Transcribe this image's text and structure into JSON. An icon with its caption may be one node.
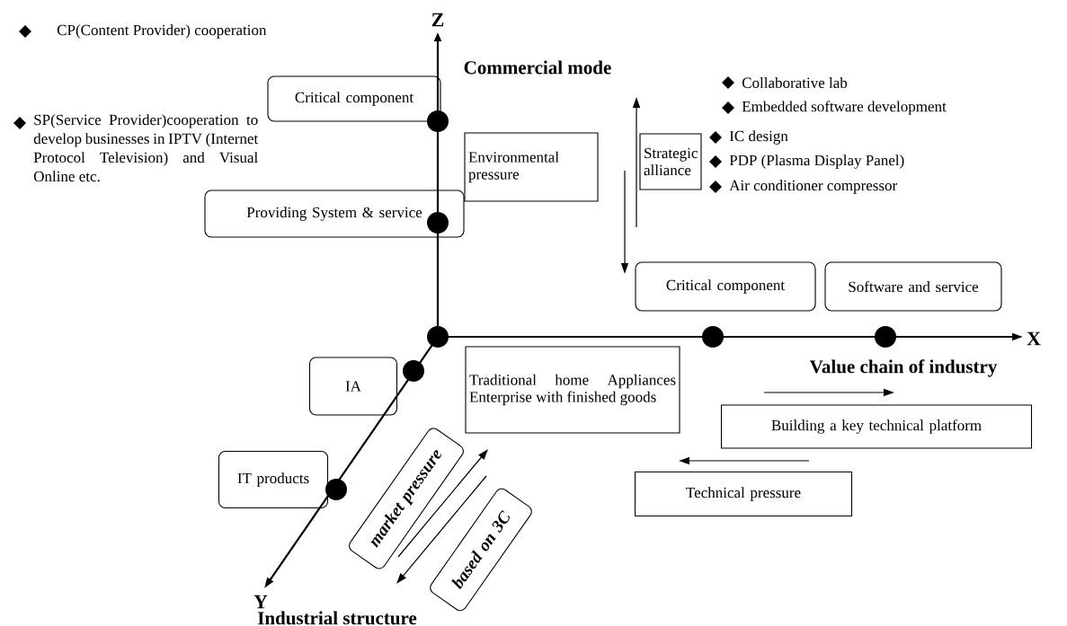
{
  "diagram": {
    "nodes": [
      {
        "text": [
          "Critical component"
        ]
      },
      {
        "text": [
          "Providing System & service"
        ]
      },
      {
        "text": [
          "Environmental pressure"
        ]
      },
      {
        "text": [
          "Strategic alliance"
        ]
      },
      {
        "text": [
          "Critical component"
        ]
      },
      {
        "text": [
          "Software and service"
        ]
      },
      {
        "text": [
          "IA"
        ]
      },
      {
        "text": [
          "Traditional home Appliances Enterprise with finished goods"
        ]
      },
      {
        "text": [
          "IT products"
        ]
      },
      {
        "text": [
          "market pressure"
        ]
      },
      {
        "text": [
          "based on 3C"
        ]
      },
      {
        "text": [
          "Building a key technical platform"
        ]
      },
      {
        "text": [
          "Technical pressure"
        ]
      }
    ],
    "labels": [
      "Z",
      "Commercial mode",
      "X",
      "Value chain of industry",
      "Y",
      "Industrial structure",
      "CP(Content Provider) cooperation",
      "SP(Service Provider)cooperation to develop businesses in IPTV (Internet Protocol Television) and Visual Online etc.",
      "Collaborative lab",
      "Embedded software development",
      "IC design",
      "PDP (Plasma Display Panel)",
      "Air conditioner compressor"
    ]
  }
}
